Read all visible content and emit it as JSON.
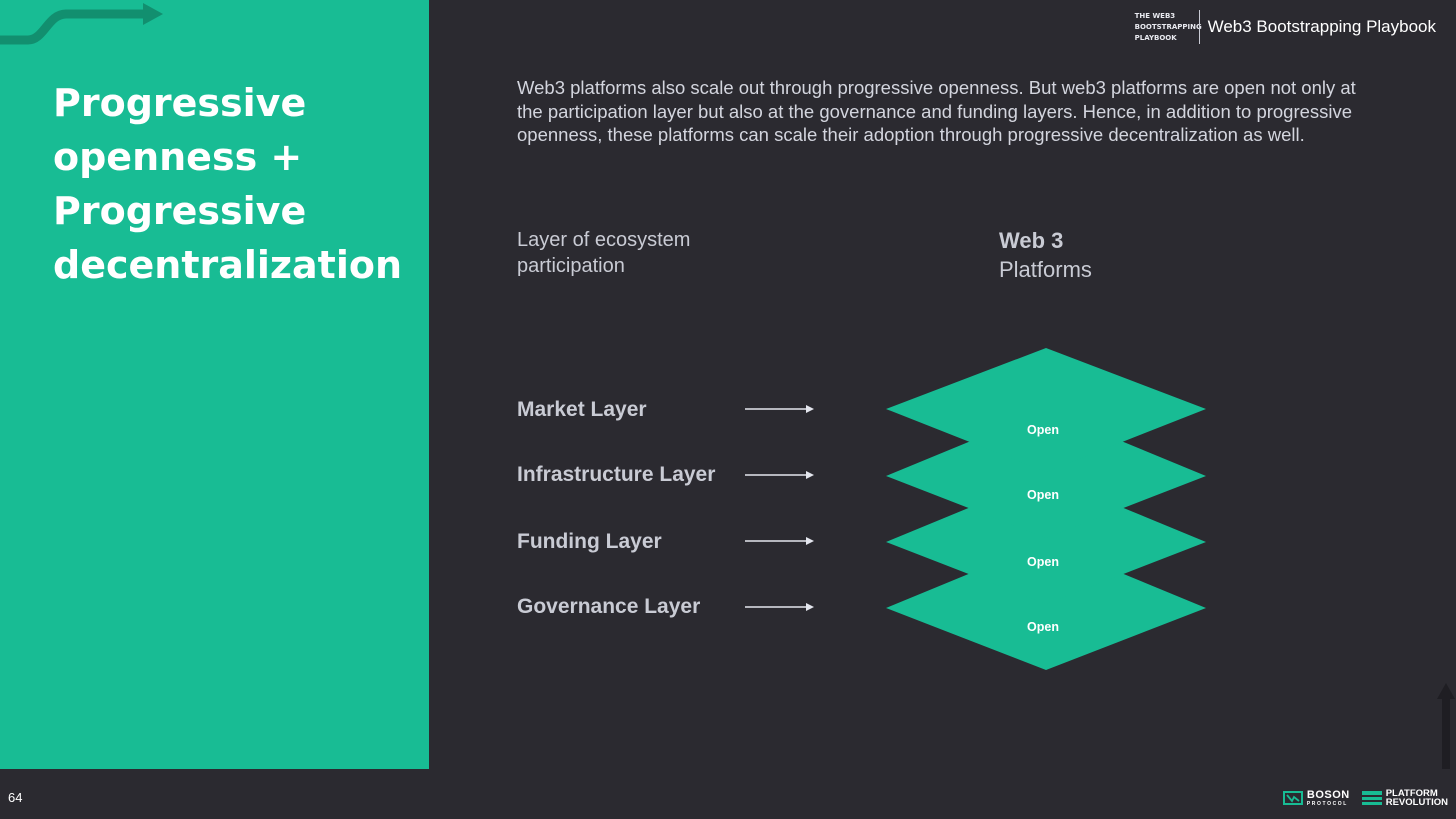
{
  "header": {
    "small_lines": [
      "THE WEB3",
      "BOOTSTRAPPING",
      "PLAYBOOK"
    ],
    "title": "Web3 Bootstrapping Playbook"
  },
  "slide": {
    "title": "Progressive openness + Progressive decentralization",
    "intro": "Web3 platforms also scale out through progressive openness. But web3 platforms are open not only at the participation layer but also at the governance and funding layers. Hence, in addition to progressive openness, these platforms can scale their adoption through progressive decentralization as well.",
    "col_left_heading": "Layer of ecosystem participation",
    "col_right_heading_bold": "Web 3",
    "col_right_heading": "Platforms",
    "layers": [
      {
        "name": "Market Layer",
        "status": "Open"
      },
      {
        "name": "Infrastructure Layer",
        "status": "Open"
      },
      {
        "name": "Funding Layer",
        "status": "Open"
      },
      {
        "name": "Governance Layer",
        "status": "Open"
      }
    ]
  },
  "footer": {
    "page_number": "64",
    "logo_boson": "BOSON",
    "logo_boson_sub": "PROTOCOL",
    "logo_pr_1": "PLATFORM",
    "logo_pr_2": "REVOLUTION"
  },
  "colors": {
    "accent": "#18bc94",
    "background": "#2b2a30",
    "text": "#c9cbd4"
  },
  "icons": [
    "decorative-arrow-icon",
    "right-arrow-icon",
    "up-arrow-icon",
    "boson-logo-icon",
    "platform-revolution-logo-icon"
  ]
}
